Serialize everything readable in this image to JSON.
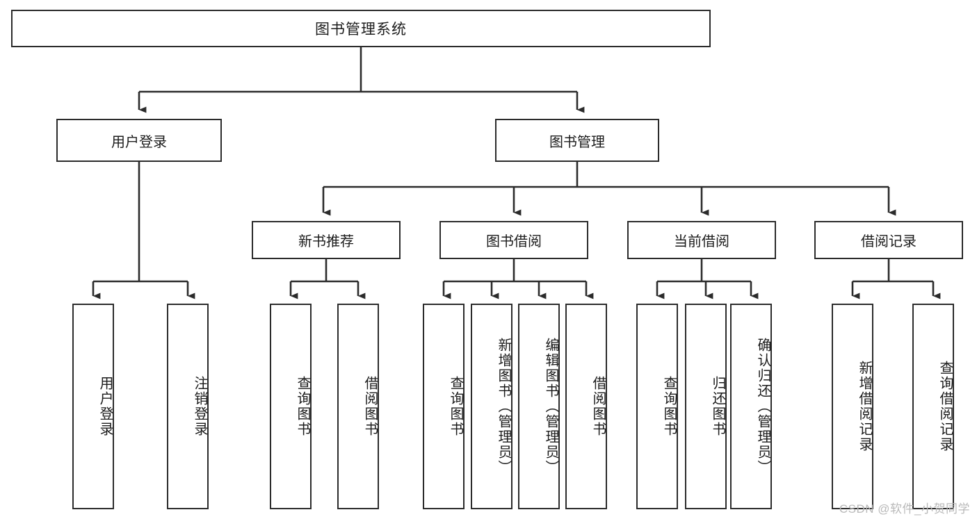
{
  "diagram": {
    "type": "tree-hierarchy",
    "title": "图书管理系统",
    "watermark": "CSDN @软件_小贺同学",
    "colors": {
      "stroke": "#2b2b2b",
      "box_fill": "#ffffff",
      "text": "#1b1b1b",
      "watermark": "#b9b9b9",
      "background": "#ffffff"
    },
    "root": {
      "label": "图书管理系统"
    },
    "level2": [
      {
        "label": "用户登录"
      },
      {
        "label": "图书管理"
      }
    ],
    "level3": [
      {
        "label": "新书推荐"
      },
      {
        "label": "图书借阅"
      },
      {
        "label": "当前借阅"
      },
      {
        "label": "借阅记录"
      }
    ],
    "leaves": {
      "user_login": [
        {
          "label": "用户登录"
        },
        {
          "label": "注销登录"
        }
      ],
      "new_book_recommend": [
        {
          "label": "查询图书"
        },
        {
          "label": "借阅图书"
        }
      ],
      "book_borrow": [
        {
          "label": "查询图书"
        },
        {
          "label": "新增图书（管理员）"
        },
        {
          "label": "编辑图书（管理员）"
        },
        {
          "label": "借阅图书"
        }
      ],
      "current_borrow": [
        {
          "label": "查询图书"
        },
        {
          "label": "归还图书"
        },
        {
          "label": "确认归还（管理员）"
        }
      ],
      "borrow_record": [
        {
          "label": "新增借阅记录"
        },
        {
          "label": "查询借阅记录"
        }
      ]
    }
  }
}
